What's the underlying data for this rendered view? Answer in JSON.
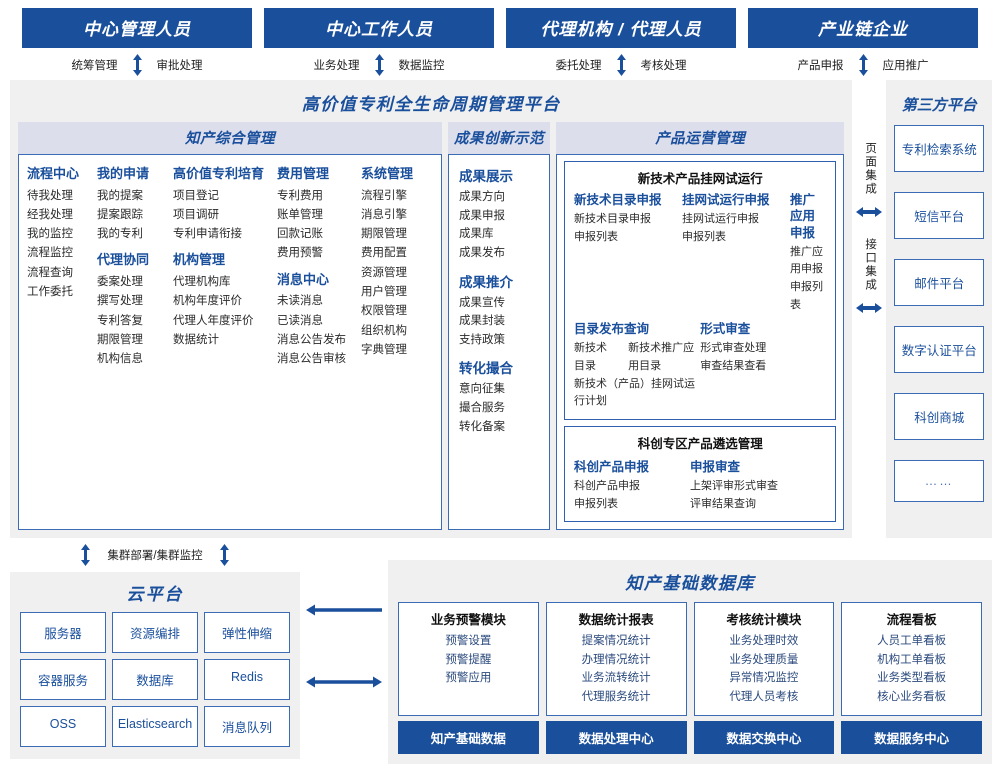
{
  "actors": [
    {
      "title": "中心管理人员",
      "actions": [
        "统筹管理",
        "审批处理"
      ]
    },
    {
      "title": "中心工作人员",
      "actions": [
        "业务处理",
        "数据监控"
      ]
    },
    {
      "title": "代理机构 / 代理人员",
      "actions": [
        "委托处理",
        "考核处理"
      ]
    },
    {
      "title": "产业链企业",
      "actions": [
        "产品申报",
        "应用推广"
      ]
    }
  ],
  "platform": {
    "title": "高价值专利全生命周期管理平台",
    "sections": {
      "zhichan": {
        "title": "知产综合管理",
        "columns": [
          {
            "groups": [
              {
                "title": "流程中心",
                "items": [
                  "待我处理",
                  "经我处理",
                  "我的监控",
                  "流程监控",
                  "流程查询",
                  "工作委托"
                ]
              }
            ]
          },
          {
            "groups": [
              {
                "title": "我的申请",
                "items": [
                  "我的提案",
                  "提案跟踪",
                  "我的专利"
                ]
              },
              {
                "title": "代理协同",
                "items": [
                  "委案处理",
                  "撰写处理",
                  "专利答复",
                  "期限管理",
                  "机构信息"
                ]
              }
            ]
          },
          {
            "groups": [
              {
                "title": "高价值专利培育",
                "items": [
                  "项目登记",
                  "项目调研",
                  "专利申请衔接"
                ]
              },
              {
                "title": "机构管理",
                "items": [
                  "代理机构库",
                  "机构年度评价",
                  "代理人年度评价",
                  "数据统计"
                ]
              }
            ]
          },
          {
            "groups": [
              {
                "title": "费用管理",
                "items": [
                  "专利费用",
                  "账单管理",
                  "回款记账",
                  "费用预警"
                ]
              },
              {
                "title": "消息中心",
                "items": [
                  "未读消息",
                  "已读消息",
                  "消息公告发布",
                  "消息公告审核"
                ]
              }
            ]
          },
          {
            "groups": [
              {
                "title": "系统管理",
                "items": [
                  "流程引擎",
                  "消息引擎",
                  "期限管理",
                  "费用配置",
                  "资源管理",
                  "用户管理",
                  "权限管理",
                  "组织机构",
                  "字典管理"
                ]
              }
            ]
          }
        ]
      },
      "chengguo": {
        "title": "成果创新示范",
        "groups": [
          {
            "title": "成果展示",
            "items": [
              "成果方向",
              "成果申报",
              "成果库",
              "成果发布"
            ]
          },
          {
            "title": "成果推介",
            "items": [
              "成果宣传",
              "成果封装",
              "支持政策"
            ]
          },
          {
            "title": "转化撮合",
            "items": [
              "意向征集",
              "撮合服务",
              "转化备案"
            ]
          }
        ]
      },
      "chanpin": {
        "title": "产品运营管理",
        "panels": [
          {
            "title": "新技术产品挂网试运行",
            "row1": [
              {
                "title": "新技术目录申报",
                "items": [
                  "新技术目录申报",
                  "申报列表"
                ]
              },
              {
                "title": "挂网试运行申报",
                "items": [
                  "挂网试运行申报",
                  "申报列表"
                ]
              },
              {
                "title": "推广应用申报",
                "items": [
                  "推广应用申报",
                  "申报列表"
                ]
              }
            ],
            "row2_left_title": "目录发布查询",
            "row2_left_inline": [
              "新技术目录",
              "新技术推广应用目录"
            ],
            "row2_left_line2": "新技术（产品）挂网试运行计划",
            "row2_right_title": "形式审查",
            "row2_right_items": [
              "形式审查处理",
              "审查结果查看"
            ]
          },
          {
            "title": "科创专区产品遴选管理",
            "row1": [
              {
                "title": "科创产品申报",
                "items": [
                  "科创产品申报",
                  "申报列表"
                ]
              },
              {
                "title": "申报审查",
                "items": [
                  "上架评审形式审查",
                  "评审结果查询"
                ]
              }
            ]
          }
        ]
      }
    }
  },
  "integration": {
    "labels": [
      "页面集成",
      "接口集成"
    ]
  },
  "third_party": {
    "title": "第三方平台",
    "items": [
      "专利检索系统",
      "短信平台",
      "邮件平台",
      "数字认证平台",
      "科创商城",
      "……"
    ]
  },
  "cloud": {
    "cluster_label": "集群部署/集群监控",
    "title": "云平台",
    "cells": [
      "服务器",
      "资源编排",
      "弹性伸缩",
      "容器服务",
      "数据库",
      "Redis",
      "OSS",
      "Elasticsearch",
      "消息队列"
    ]
  },
  "database": {
    "title": "知产基础数据库",
    "columns": [
      {
        "title": "业务预警模块",
        "items": [
          "预警设置",
          "预警提醒",
          "预警应用"
        ],
        "footer": "知产基础数据"
      },
      {
        "title": "数据统计报表",
        "items": [
          "提案情况统计",
          "办理情况统计",
          "业务流转统计",
          "代理服务统计"
        ],
        "footer": "数据处理中心"
      },
      {
        "title": "考核统计模块",
        "items": [
          "业务处理时效",
          "业务处理质量",
          "异常情况监控",
          "代理人员考核"
        ],
        "footer": "数据交换中心"
      },
      {
        "title": "流程看板",
        "items": [
          "人员工单看板",
          "机构工单看板",
          "业务类型看板",
          "核心业务看板"
        ],
        "footer": "数据服务中心"
      }
    ]
  },
  "colors": {
    "brand": "#1a4f9c",
    "border": "#3b6bb5",
    "band": "#dcdeec",
    "panel_bg": "#f0f0f0"
  }
}
